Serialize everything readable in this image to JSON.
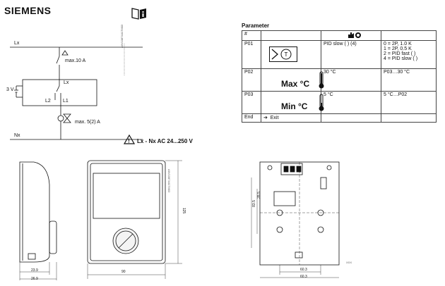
{
  "header": {
    "brand": "SIEMENS",
    "manual_icon": "book-info-icon"
  },
  "wiring": {
    "lx_label": "Lx",
    "nx_label": "Nx",
    "fuse_label": "max.10 A",
    "battery_label": "3 V",
    "contact_lx": "Lx",
    "contact_l2": "L2",
    "contact_l1": "L1",
    "valve_label": "max. 5(2) A",
    "warning_text": "Lx - Nx AC 24...250 V",
    "drawing_ref": "A6V10874417M03"
  },
  "parameters": {
    "title": "Parameter",
    "col_hash": "#",
    "rows": [
      {
        "id": "P01",
        "value": "PID slow (   ) (4)",
        "options": [
          "0 = 2P, 1.0 K",
          "1 = 2P, 0.5 K",
          "2 = PID fast (   )",
          "4 = PID slow (   )"
        ]
      },
      {
        "id": "P02",
        "name": "Max °C",
        "value": "30 °C",
        "range": "P03…30 °C"
      },
      {
        "id": "P03",
        "name": "Min °C",
        "value": "5 °C",
        "range": "5 °C…P02"
      },
      {
        "id": "End",
        "action": "Exit"
      }
    ]
  },
  "dimensions": {
    "side_depth_1": "23.9",
    "side_depth_2": "26.9",
    "front_width": "90",
    "front_height": "125",
    "back_dim_a": "60.3",
    "back_dim_b": "83.5",
    "back_dim_c": "28.5",
    "back_dim_d": "60.3",
    "front_ref": "A6V10874417M03",
    "back_ref": "XXX"
  }
}
